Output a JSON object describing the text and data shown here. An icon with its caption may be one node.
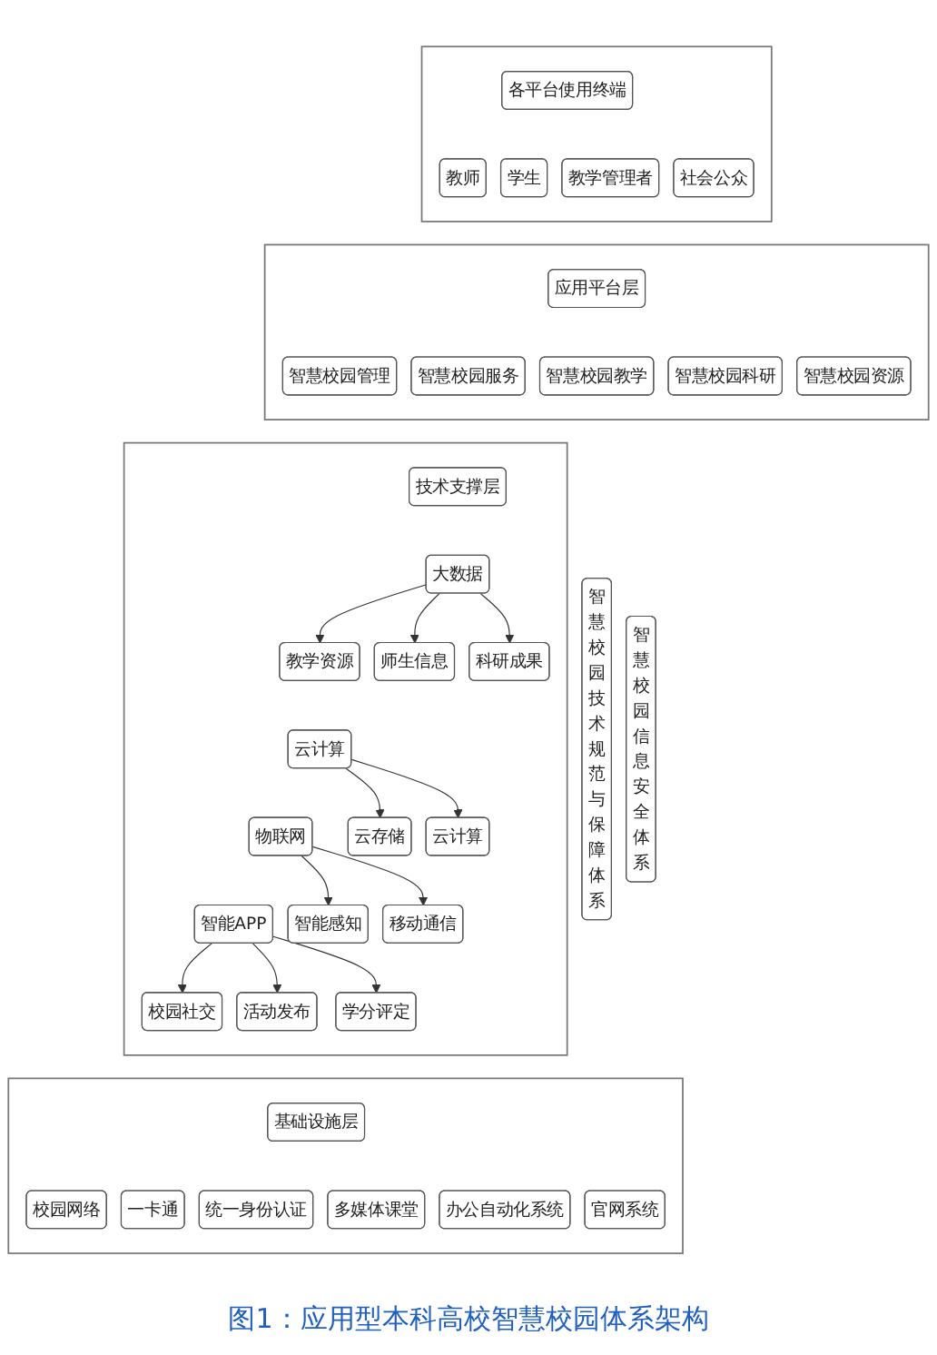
{
  "diagram": {
    "caption": "图1：应用型本科高校智慧校园体系架构",
    "nodes": [
      {
        "text": [],
        "shape": "box"
      },
      {
        "text": [
          "各平台使用终端"
        ],
        "in": 0
      },
      {
        "text": [
          "教师"
        ],
        "in": 0
      },
      {
        "text": [
          "学生"
        ],
        "in": 0
      },
      {
        "text": [
          "教学管理者"
        ],
        "in": 0
      },
      {
        "text": [
          "社会公众"
        ],
        "in": 0
      },
      {
        "text": [],
        "shape": "box"
      },
      {
        "text": [
          "应用平台层"
        ],
        "in": 6
      },
      {
        "text": [
          "智慧校园管理"
        ],
        "in": 6
      },
      {
        "text": [
          "智慧校园服务"
        ],
        "in": 6
      },
      {
        "text": [
          "智慧校园教学"
        ],
        "in": 6
      },
      {
        "text": [
          "智慧校园科研"
        ],
        "in": 6
      },
      {
        "text": [
          "智慧校园资源"
        ],
        "in": 6
      },
      {
        "text": [],
        "shape": "box"
      },
      {
        "text": [
          "技术支撑层"
        ],
        "in": 13
      },
      {
        "text": [
          "大数据"
        ],
        "in": 13
      },
      {
        "text": [
          "师生信息"
        ],
        "in": 13
      },
      {
        "text": [
          "教学资源"
        ],
        "in": 13
      },
      {
        "text": [
          "科研成果"
        ],
        "in": 13
      },
      {
        "text": [
          "云计算"
        ],
        "in": 13
      },
      {
        "text": [
          "云存储"
        ],
        "in": 13
      },
      {
        "text": [
          "云计算"
        ],
        "in": 13
      },
      {
        "text": [
          "物联网"
        ],
        "in": 13
      },
      {
        "text": [
          "智能感知"
        ],
        "in": 13
      },
      {
        "text": [
          "移动通信"
        ],
        "in": 13
      },
      {
        "text": [
          "智能APP"
        ],
        "in": 13
      },
      {
        "text": [
          "校园社交"
        ],
        "in": 13
      },
      {
        "text": [
          "活动发布"
        ],
        "in": 13
      },
      {
        "text": [
          "学分评定"
        ],
        "in": 13
      },
      {
        "text": [],
        "shape": "box"
      },
      {
        "text": [
          "基础设施层"
        ],
        "in": 29
      },
      {
        "text": [
          "校园网络"
        ],
        "in": 29
      },
      {
        "text": [
          "一卡通"
        ],
        "in": 29
      },
      {
        "text": [
          "统一身份认证"
        ],
        "in": 29
      },
      {
        "text": [
          "多媒体课堂"
        ],
        "in": 29
      },
      {
        "text": [
          "办公自动化系统"
        ],
        "in": 29
      },
      {
        "text": [
          "官网系统"
        ],
        "in": 29
      },
      {
        "text": [
          "智慧校园技术规范与保障体系"
        ]
      },
      {
        "text": [
          "智慧校园信息安全体系"
        ]
      }
    ],
    "edges": [
      {
        "from": 15,
        "to": 16,
        "arrow": "to"
      },
      {
        "from": 15,
        "to": 17,
        "arrow": "to"
      },
      {
        "from": 15,
        "to": 18,
        "arrow": "to"
      },
      {
        "from": 19,
        "to": 20,
        "arrow": "to"
      },
      {
        "from": 19,
        "to": 21,
        "arrow": "to"
      },
      {
        "from": 22,
        "to": 23,
        "arrow": "to"
      },
      {
        "from": 22,
        "to": 24,
        "arrow": "to"
      },
      {
        "from": 25,
        "to": 26,
        "arrow": "to"
      },
      {
        "from": 25,
        "to": 27,
        "arrow": "to"
      },
      {
        "from": 25,
        "to": 28,
        "arrow": "to"
      }
    ]
  }
}
